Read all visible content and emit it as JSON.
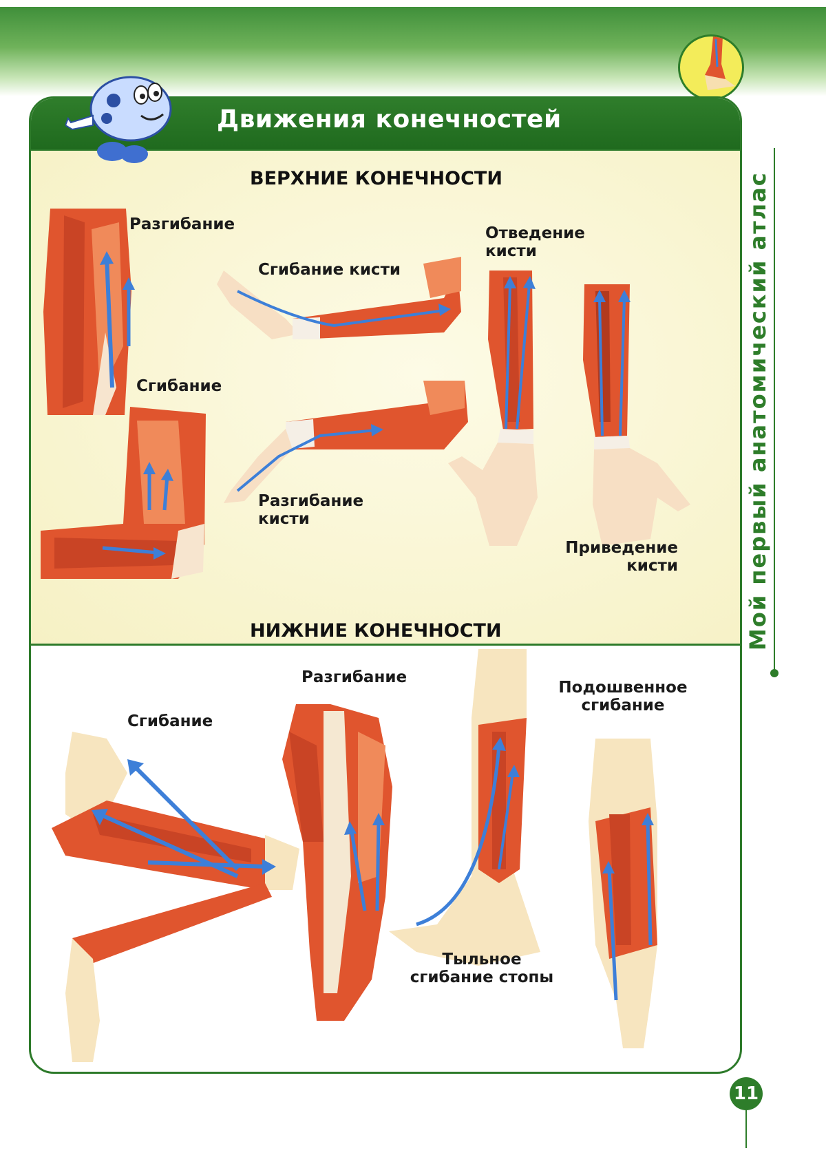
{
  "page": {
    "title": "Движения конечностей",
    "side_caption": "Мой первый анатомический атлас",
    "page_number": "11"
  },
  "upper": {
    "heading": "ВЕРХНИЕ КОНЕЧНОСТИ",
    "labels": {
      "extension": "Разгибание",
      "flexion": "Сгибание",
      "wrist_flexion": "Сгибание кисти",
      "wrist_extension_line1": "Разгибание",
      "wrist_extension_line2": "кисти",
      "abduction_line1": "Отведение",
      "abduction_line2": "кисти",
      "adduction_line1": "Приведение",
      "adduction_line2": "кисти"
    }
  },
  "lower": {
    "heading": "НИЖНИЕ КОНЕЧНОСТИ",
    "labels": {
      "flexion": "Сгибание",
      "extension": "Разгибание",
      "plantar_line1": "Подошвенное",
      "plantar_line2": "сгибание",
      "dorsal_line1": "Тыльное",
      "dorsal_line2": "сгибание стопы"
    }
  },
  "colors": {
    "frame_green": "#2d7a2a",
    "muscle": "#e0552e",
    "muscle_light": "#f08a5a",
    "arrow_blue": "#3d7fd8",
    "panel_cream": "#f6f1c4"
  },
  "icons": [
    "mascot-character",
    "foot-thumbnail-icon"
  ]
}
